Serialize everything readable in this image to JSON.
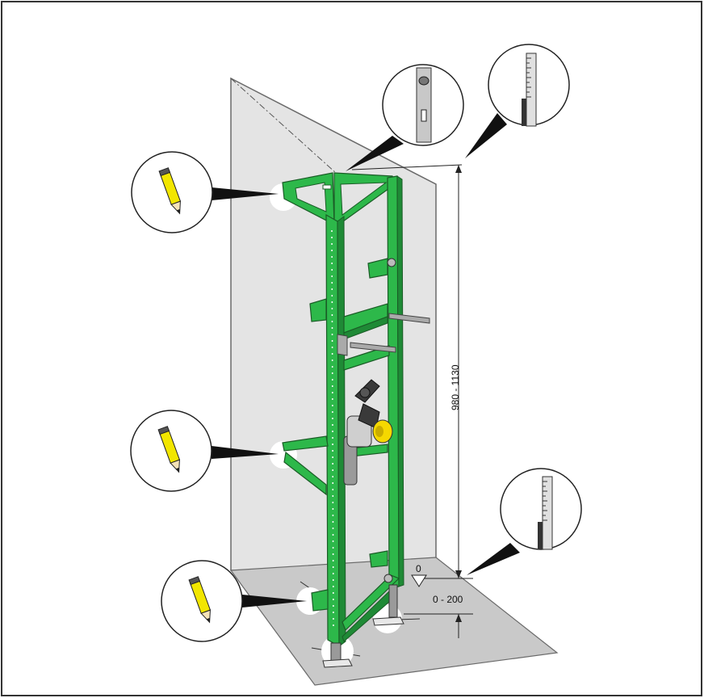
{
  "dimensions": {
    "height_range": "980 - 1130",
    "floor_range": "0 - 200",
    "zero_mark": "0"
  },
  "callouts": [
    {
      "name": "pencil-callout-top",
      "icon": "pencil-icon"
    },
    {
      "name": "pencil-callout-middle",
      "icon": "pencil-icon"
    },
    {
      "name": "pencil-callout-bottom",
      "icon": "pencil-icon"
    },
    {
      "name": "spirit-level-callout",
      "icon": "spirit-level-icon"
    },
    {
      "name": "ruler-callout-top",
      "icon": "ruler-icon"
    },
    {
      "name": "ruler-callout-bottom",
      "icon": "ruler-icon"
    }
  ],
  "colors": {
    "frame_green": "#2db84a",
    "frame_dark_green": "#1a7a2e",
    "wall_grey": "#e4e4e4",
    "floor_grey": "#c8c8c8",
    "pencil_yellow": "#f2e600",
    "valve_yellow": "#f5d800"
  }
}
